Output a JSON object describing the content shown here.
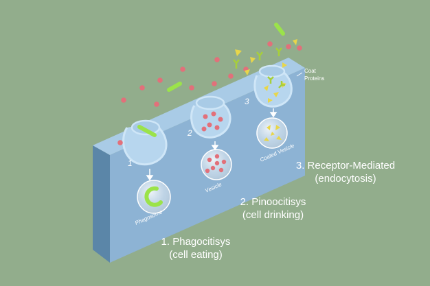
{
  "colors": {
    "background": "#92ad8c",
    "membrane_top": "#a9cbe6",
    "membrane_front": "#8db3d4",
    "membrane_side": "#5b86a8",
    "outline": "#cfe6f7",
    "particle": "#e2707a",
    "bacterium": "#9be34a",
    "receptor": "#a7cf3a",
    "coat_protein": "#e8d64a",
    "label_text": "#ffffff"
  },
  "stages": [
    {
      "number": "1",
      "vesicle_label": "Phagosome",
      "caption_line1": "1. Phagocitisys",
      "caption_line2": "(cell eating)"
    },
    {
      "number": "2",
      "vesicle_label": "Vesicle",
      "caption_line1": "2. Pinoocitisys",
      "caption_line2": "(cell drinking)"
    },
    {
      "number": "3",
      "vesicle_label": "Coated Vesicle",
      "caption_line1": "3. Receptor-Mediated",
      "caption_line2": "(endocytosis)"
    }
  ],
  "coat_proteins_label": {
    "line1": "Coat",
    "line2": "Proteins"
  }
}
